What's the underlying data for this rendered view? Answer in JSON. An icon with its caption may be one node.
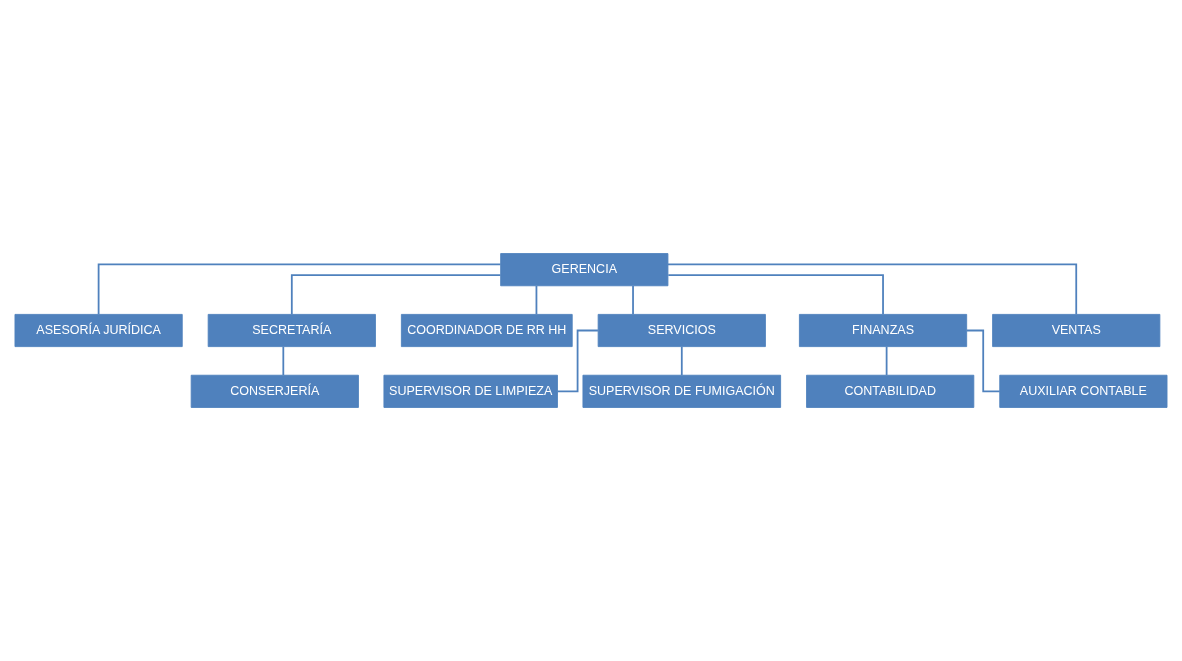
{
  "diagram": {
    "nodes": [
      {
        "text": [
          "GERENCIA"
        ]
      },
      {
        "text": [
          "ASESORÍA JURÍDICA"
        ]
      },
      {
        "text": [
          "SECRETARÍA"
        ]
      },
      {
        "text": [
          "CONSERJERÍA"
        ]
      },
      {
        "text": [
          "COORDINADOR DE RR HH"
        ]
      },
      {
        "text": [
          "SERVICIOS"
        ]
      },
      {
        "text": [
          "SUPERVISOR DE LIMPIEZA"
        ]
      },
      {
        "text": [
          "SUPERVISOR DE FUMIGACIÓN"
        ]
      },
      {
        "text": [
          "FINANZAS"
        ]
      },
      {
        "text": [
          "CONTABILIDAD"
        ]
      },
      {
        "text": [
          "AUXILIAR CONTABLE"
        ]
      },
      {
        "text": [
          "VENTAS"
        ]
      }
    ],
    "edges": [
      {
        "from": 0,
        "to": 1,
        "arrow": "none"
      },
      {
        "from": 0,
        "to": 2,
        "arrow": "none"
      },
      {
        "from": 0,
        "to": 4,
        "arrow": "none"
      },
      {
        "from": 2,
        "to": 3,
        "arrow": "none"
      },
      {
        "from": 0,
        "to": 5,
        "arrow": "none"
      },
      {
        "from": 0,
        "to": 8,
        "arrow": "none"
      },
      {
        "from": 0,
        "to": 11,
        "arrow": "none"
      },
      {
        "from": 5,
        "to": 6,
        "arrow": "none"
      },
      {
        "from": 5,
        "to": 7,
        "arrow": "none"
      },
      {
        "from": 8,
        "to": 9,
        "arrow": "none"
      },
      {
        "from": 8,
        "to": 10,
        "arrow": "none"
      }
    ]
  }
}
